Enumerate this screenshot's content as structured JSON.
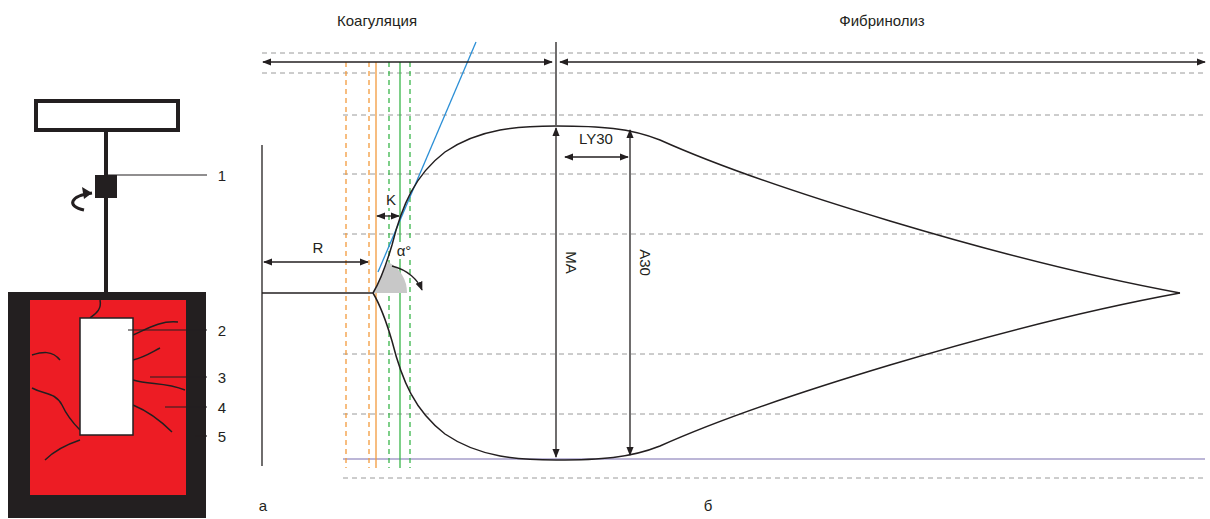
{
  "diagram": {
    "labels": [
      "Коагуляция",
      "Фибринолиз",
      "LY30",
      "R",
      "K",
      "α°",
      "MA",
      "A30",
      "1",
      "2",
      "3",
      "4",
      "5",
      "а",
      "б"
    ]
  }
}
